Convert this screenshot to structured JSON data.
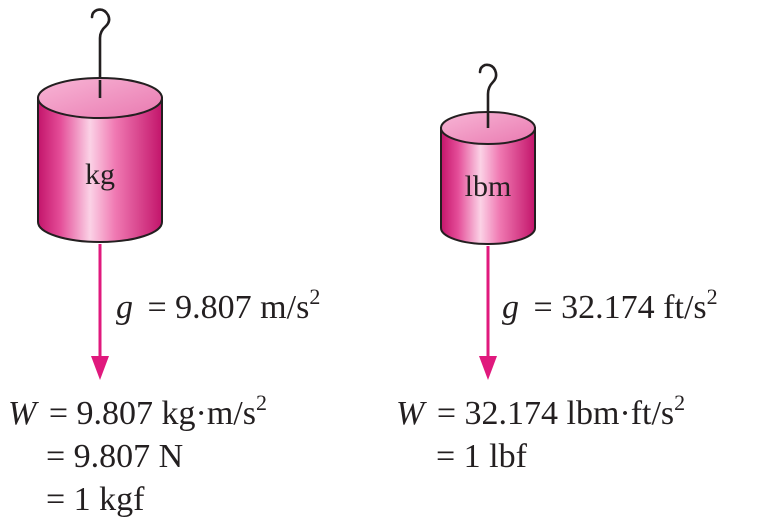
{
  "colors": {
    "accent": "#e0197d",
    "cylinder_light": "#f6a9cf",
    "cylinder_dark": "#c9166e",
    "text": "#231f20"
  },
  "left_weight": {
    "label": "kg",
    "gravity": {
      "symbol": "g",
      "text": "= 9.807 m/s",
      "exponent": "2"
    },
    "result": {
      "symbol": "W",
      "line1": "= 9.807 kg·m/s",
      "line1_exponent": "2",
      "line2": "= 9.807 N",
      "line3": "= 1 kgf"
    }
  },
  "right_weight": {
    "label": "lbm",
    "gravity": {
      "symbol": "g",
      "text": "= 32.174 ft/s",
      "exponent": "2"
    },
    "result": {
      "symbol": "W",
      "line1": "= 32.174 lbm·ft/s",
      "line1_exponent": "2",
      "line2": "= 1 lbf"
    }
  }
}
